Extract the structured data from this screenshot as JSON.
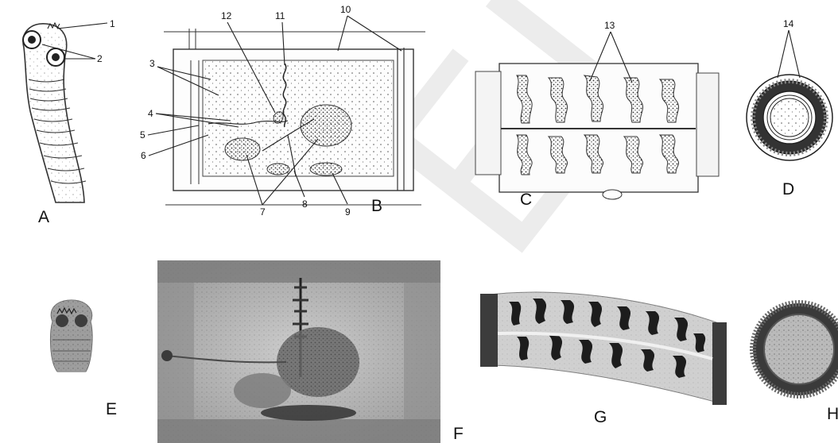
{
  "panels": {
    "A": "A",
    "B": "B",
    "C": "C",
    "D": "D",
    "E": "E",
    "F": "F",
    "G": "G",
    "H": "H"
  },
  "callouts": [
    "1",
    "2",
    "3",
    "4",
    "5",
    "6",
    "7",
    "8",
    "9",
    "10",
    "11",
    "12",
    "13",
    "14"
  ],
  "watermark": {
    "text": "БГ",
    "color": "#e6e6e6"
  }
}
